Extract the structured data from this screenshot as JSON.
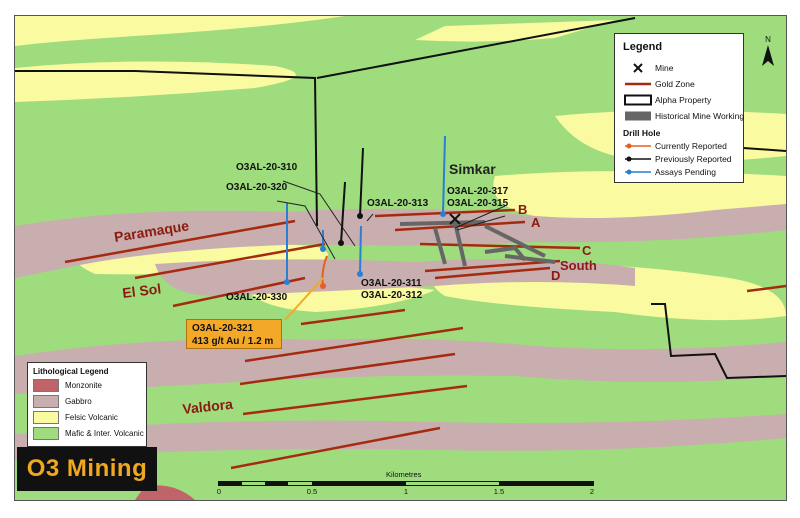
{
  "map": {
    "place_label": "Simkar",
    "region_labels": [
      "Paramaque",
      "El Sol",
      "Valdora"
    ],
    "zone_labels": [
      "B",
      "A",
      "C",
      "South",
      "D"
    ],
    "drill_holes": [
      {
        "name": "O3AL-20-310",
        "status": "previously"
      },
      {
        "name": "O3AL-20-320",
        "status": "assays_pending"
      },
      {
        "name": "O3AL-20-313",
        "status": "previously"
      },
      {
        "name": "O3AL-20-317",
        "status": "assays_pending"
      },
      {
        "name": "O3AL-20-315",
        "status": "assays_pending"
      },
      {
        "name": "O3AL-20-330",
        "status": "assays_pending"
      },
      {
        "name": "O3AL-20-311",
        "status": "assays_pending"
      },
      {
        "name": "O3AL-20-312",
        "status": "assays_pending"
      },
      {
        "name": "O3AL-20-321",
        "status": "currently"
      }
    ],
    "callout_line1": "O3AL-20-321",
    "callout_line2": "413 g/t Au / 1.2 m"
  },
  "legend": {
    "title": "Legend",
    "items": {
      "mine": "Mine",
      "gold_zone": "Gold Zone",
      "alpha_property": "Alpha Property",
      "historical": "Historical Mine Working"
    },
    "drill_hole_title": "Drill Hole",
    "drill_items": {
      "currently": "Currently Reported",
      "previously": "Previously Reported",
      "pending": "Assays Pending"
    }
  },
  "lithology": {
    "title": "Lithological Legend",
    "items": [
      {
        "label": "Monzonite",
        "color": "#c0646a"
      },
      {
        "label": "Gabbro",
        "color": "#c8aeae"
      },
      {
        "label": "Felsic Volcanic",
        "color": "#fafaa0"
      },
      {
        "label": "Mafic & Inter. Volcanic",
        "color": "#9edc7e"
      }
    ]
  },
  "colors": {
    "gold_zone": "#a52a10",
    "currently": "#e8601e",
    "previously": "#111111",
    "pending": "#2a7fd4",
    "property_line": "#111111",
    "historical": "#666666"
  },
  "logo": {
    "text": "O3 Mining"
  },
  "north": {
    "label": "N"
  },
  "scale": {
    "unit": "Kilometres",
    "ticks": [
      "0",
      "0.5",
      "1",
      "1.5",
      "2"
    ]
  }
}
